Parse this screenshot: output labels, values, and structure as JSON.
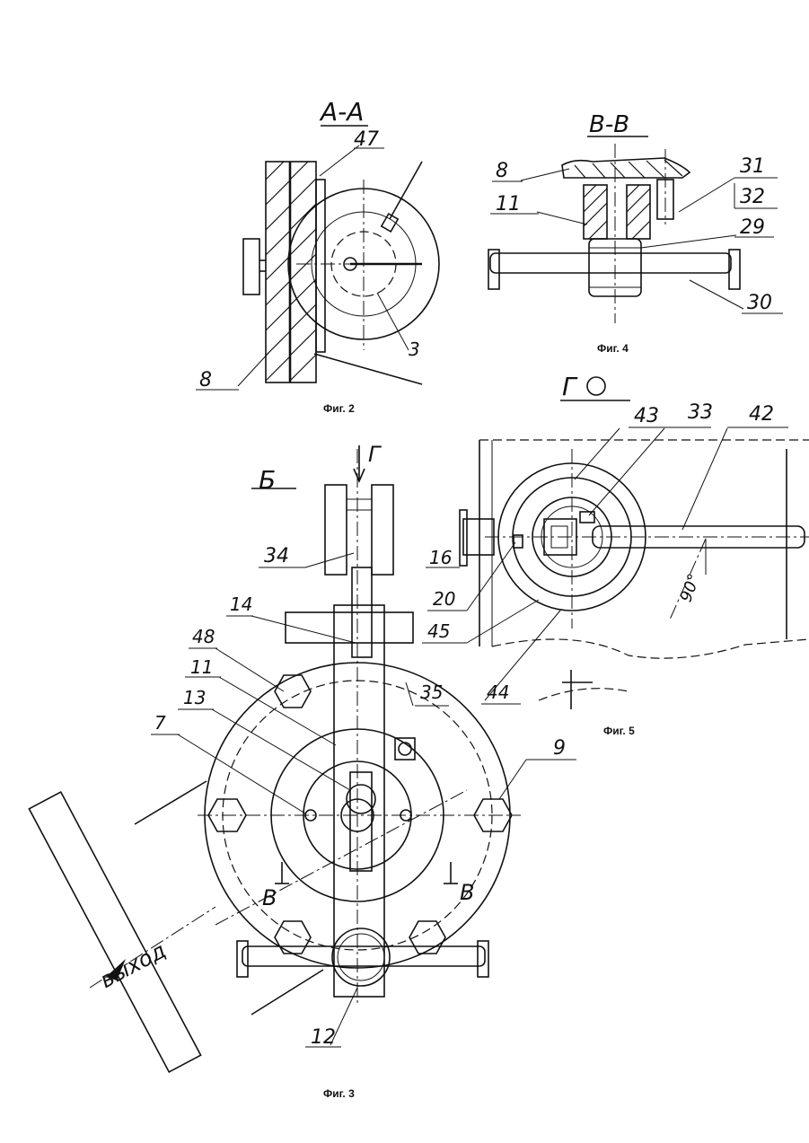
{
  "fig2": {
    "section_title": "А-А",
    "caption": "Фиг. 2",
    "labels": [
      "47",
      "8",
      "3"
    ]
  },
  "fig4": {
    "section_title": "В-В",
    "caption": "Фиг. 4",
    "labels": [
      "8",
      "11",
      "31",
      "32",
      "29",
      "30"
    ]
  },
  "fig5": {
    "view_title": "Г",
    "caption": "Фиг. 5",
    "labels": [
      "43",
      "33",
      "42",
      "16",
      "20",
      "45",
      "44"
    ],
    "angle": "90°"
  },
  "fig3": {
    "view_letter": "Б",
    "arrow_letter": "Г",
    "caption": "Фиг. 3",
    "labels": [
      "34",
      "14",
      "48",
      "11",
      "13",
      "7",
      "35",
      "9",
      "12"
    ],
    "section_marks": [
      "В",
      "В"
    ],
    "outlet": "выход"
  }
}
